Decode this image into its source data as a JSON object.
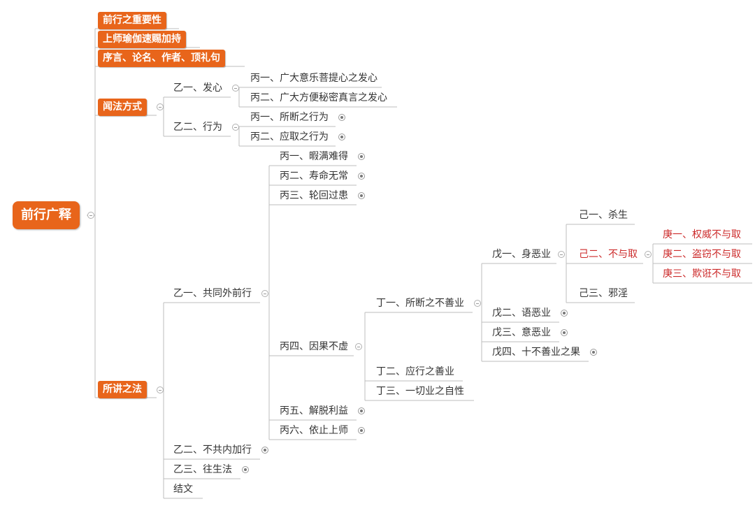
{
  "mindmap": {
    "root": "前行广释",
    "top_items": [
      "前行之重要性",
      "上师瑜伽速赐加持",
      "序言、论名、作者、顶礼句",
      "闻法方式",
      "所讲之法"
    ],
    "wenfa": {
      "yi1": "乙一、发心",
      "yi1_children": [
        "丙一、广大意乐菩提心之发心",
        "丙二、广大方便秘密真言之发心"
      ],
      "yi2": "乙二、行为",
      "yi2_children": [
        "丙一、所断之行为",
        "丙二、应取之行为"
      ]
    },
    "suojiang": {
      "yi1": "乙一、共同外前行",
      "bing": [
        "丙一、暇满难得",
        "丙二、寿命无常",
        "丙三、轮回过患",
        "丙四、因果不虚",
        "丙五、解脱利益",
        "丙六、依止上师"
      ],
      "ding": [
        "丁一、所断之不善业",
        "丁二、应行之善业",
        "丁三、一切业之自性"
      ],
      "wu": [
        "戊一、身恶业",
        "戊二、语恶业",
        "戊三、意恶业",
        "戊四、十不善业之果"
      ],
      "ji": [
        "己一、杀生",
        "己二、不与取",
        "己三、邪淫"
      ],
      "geng": [
        "庚一、权威不与取",
        "庚二、盗窃不与取",
        "庚三、欺诳不与取"
      ],
      "yi2": "乙二、不共内加行",
      "yi3": "乙三、往生法",
      "jiewen": "结文"
    }
  },
  "colors": {
    "accent": "#e8651b",
    "highlight_text": "#cc2a2a",
    "line": "#bdbdbd"
  }
}
